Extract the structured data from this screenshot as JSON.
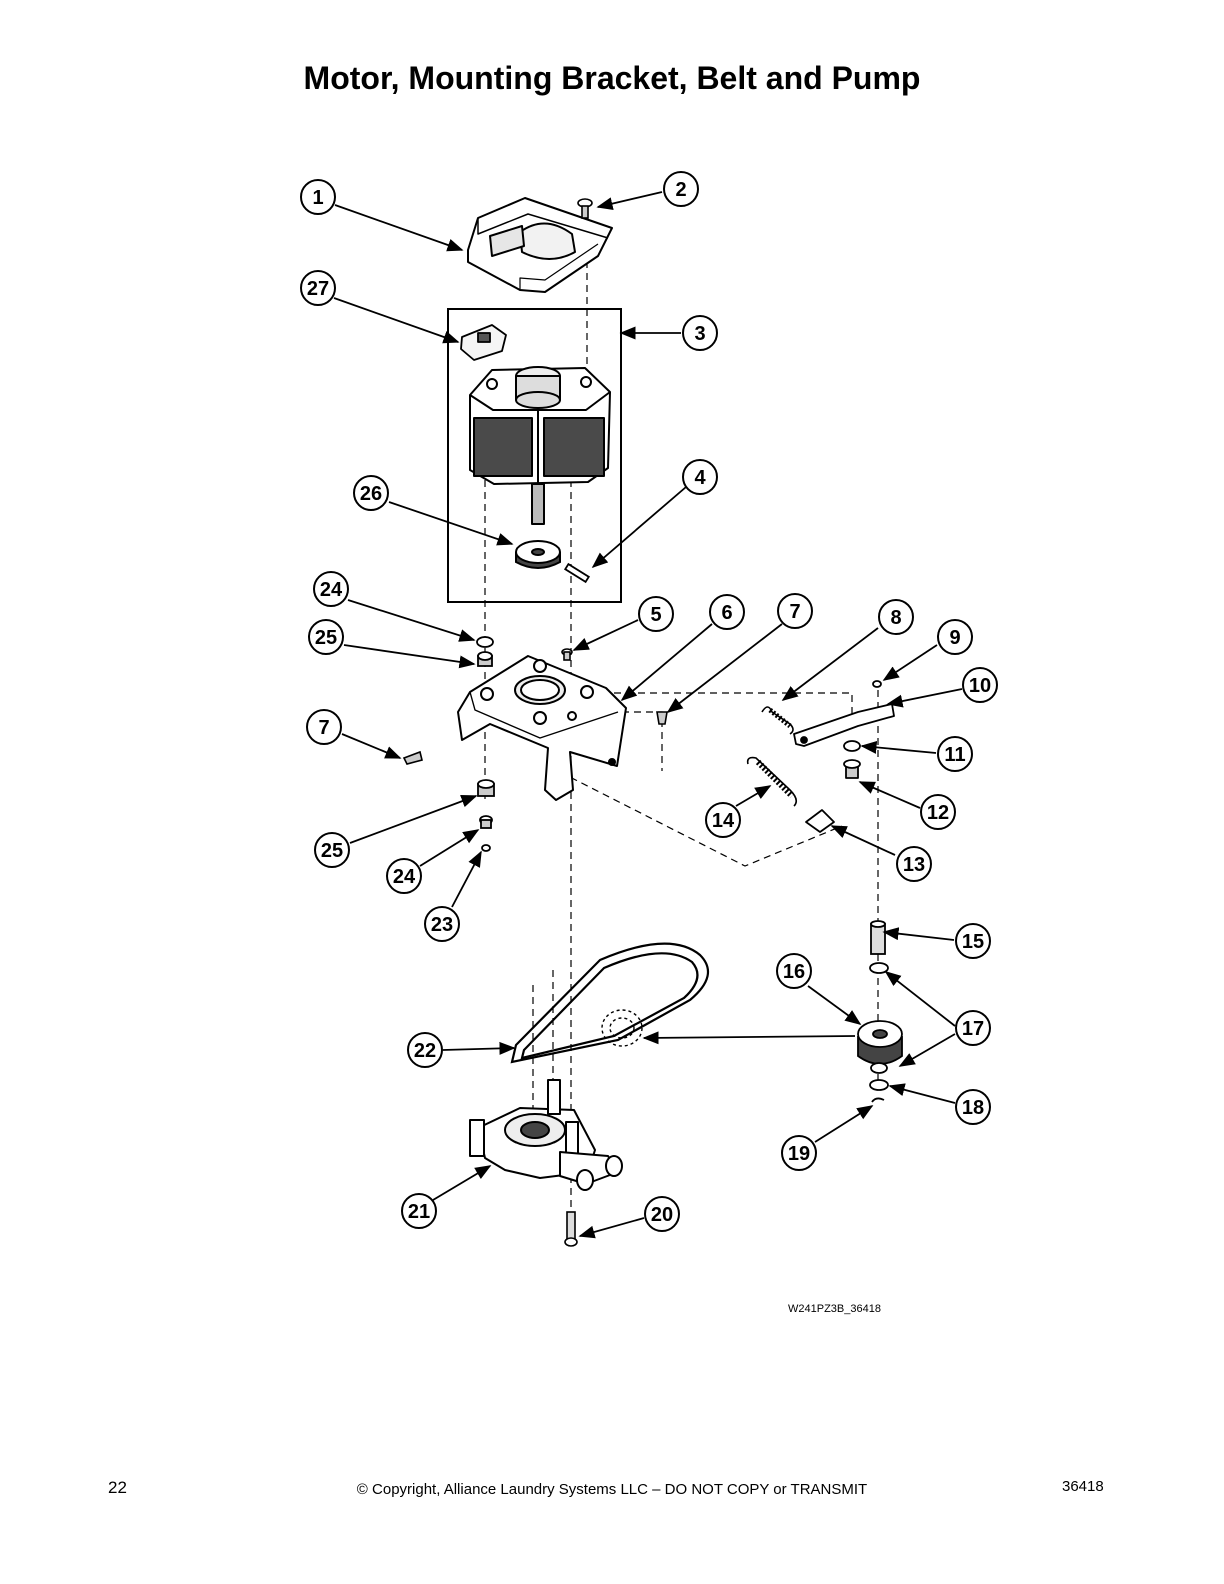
{
  "title": "Motor, Mounting Bracket, Belt and Pump",
  "callouts": [
    "1",
    "2",
    "3",
    "4",
    "5",
    "6",
    "7",
    "7",
    "8",
    "9",
    "10",
    "11",
    "12",
    "13",
    "14",
    "15",
    "16",
    "17",
    "18",
    "19",
    "20",
    "21",
    "22",
    "23",
    "24",
    "24",
    "25",
    "25",
    "26",
    "27"
  ],
  "figure_id": "W241PZ3B_36418",
  "footer": {
    "page_number": "22",
    "copyright": "© Copyright, Alliance Laundry Systems LLC – DO NOT COPY or TRANSMIT",
    "document_number": "36418"
  }
}
